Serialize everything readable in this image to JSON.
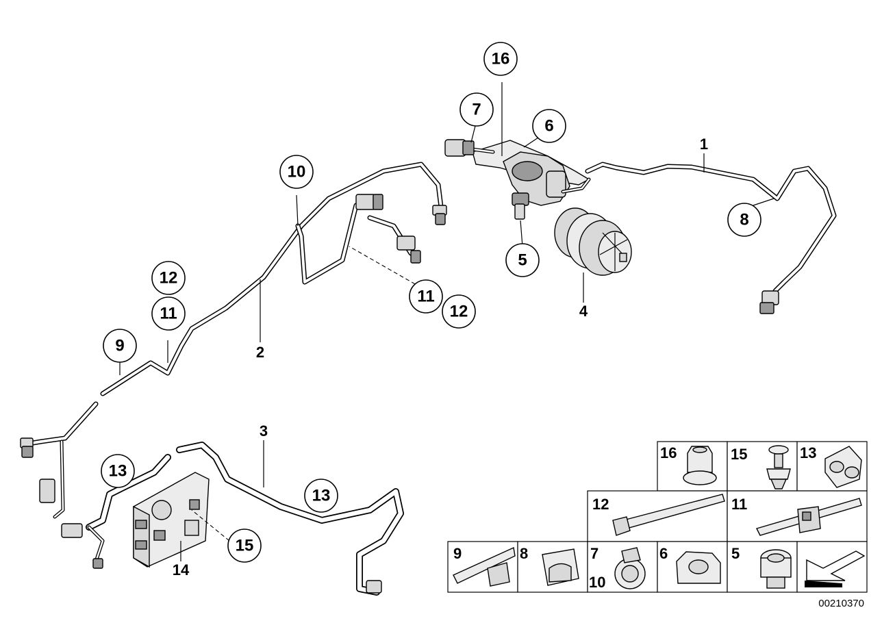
{
  "doc_number": "00210370",
  "callouts": {
    "c16": "16",
    "c7": "7",
    "c6": "6",
    "c10": "10",
    "c8": "8",
    "c5": "5",
    "c12a": "12",
    "c11a": "11",
    "c11b": "11",
    "c12b": "12",
    "c9": "9",
    "c13a": "13",
    "c13b": "13",
    "c15": "15"
  },
  "labels": {
    "l1": "1",
    "l2": "2",
    "l3": "3",
    "l4": "4",
    "l14": "14"
  },
  "parts_table": {
    "row1": [
      "16",
      "15",
      "13"
    ],
    "row2": [
      "12",
      "11"
    ],
    "row3": [
      "9",
      "8",
      "7",
      "10",
      "6",
      "5"
    ]
  }
}
